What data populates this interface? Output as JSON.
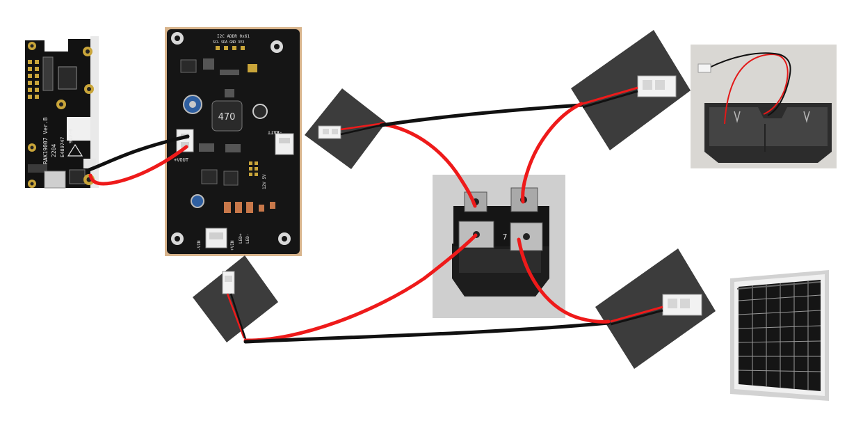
{
  "rak_board": {
    "model": "RAK19007 Ver.B",
    "date_code": "2204",
    "cert": "E489747",
    "rating": "94V-0"
  },
  "charger_board": {
    "inductor_value": "470",
    "vout_label": "+VOUT",
    "batt_label": "-BATT",
    "vin_neg_label": "-VIN",
    "vin_pos_label": "+VIN",
    "led_pos_label": "LED+",
    "led_neg_label": "LED-",
    "addr_label": "I2C ADDR 0x61",
    "bus_labels": "SCL SDA GND 3V3",
    "jumper_labels": "12V 5V"
  },
  "switch": {
    "terminal_number": "7"
  }
}
